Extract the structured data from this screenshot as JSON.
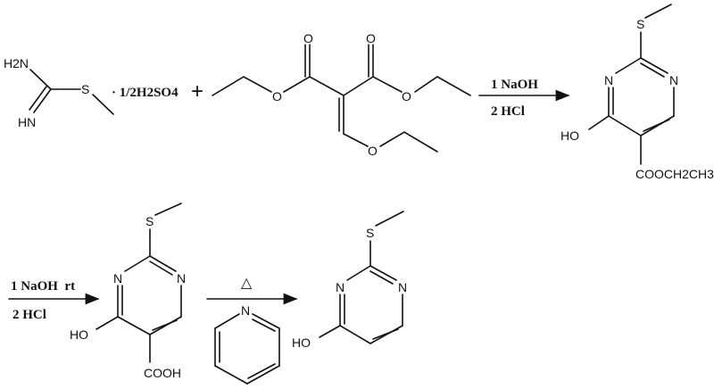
{
  "reactant1": {
    "amine": "H2N",
    "imine": "HN",
    "sulfur": "S",
    "salt": "· 1/2H2SO4"
  },
  "plus": "+",
  "reactant2": {
    "oxygens": [
      "O",
      "O",
      "O",
      "O",
      "O"
    ]
  },
  "step1": {
    "reagent1": "1 NaOH",
    "reagent2": "2 HCl"
  },
  "product1": {
    "s": "S",
    "n1": "N",
    "n2": "N",
    "ho": "HO",
    "ester": "COOCH2CH3"
  },
  "step2": {
    "reagent1": "1 NaOH  rt",
    "reagent2": "2 HCl"
  },
  "product2": {
    "s": "S",
    "n1": "N",
    "n2": "N",
    "ho": "HO",
    "acid": "COOH"
  },
  "step3": {
    "heat": "△",
    "pyridine_n": "N"
  },
  "product3": {
    "s": "S",
    "n1": "N",
    "n2": "N",
    "ho": "HO"
  }
}
